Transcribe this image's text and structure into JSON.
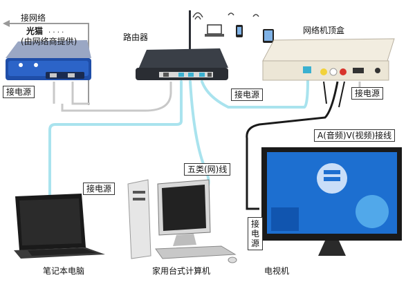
{
  "labels": {
    "internet": "接网络",
    "modem": "光猫",
    "modem_note": "(由网络商提供)",
    "modem_dots": ". . . .",
    "router": "路由器",
    "settop_box": "网络机顶盒",
    "power_modem": "接电源",
    "power_router": "接电源",
    "power_stb": "接电源",
    "power_desktop": "接电源",
    "power_tv": "接电源",
    "av_cable": "A(音频)V(视频)接线",
    "cat5_cable": "五类(网)线",
    "laptop": "笔记本电脑",
    "desktop": "家用台式计算机",
    "tv": "电视机"
  },
  "colors": {
    "network_cable": "#a9e3ee",
    "network_cable_edge": "#6cc6d6",
    "power_cable": "#c8c8c8",
    "av_cable": "#1a1a1a",
    "internet_line": "#999999",
    "modem_blue": "#1f4ea8",
    "router_dark": "#2a2d33",
    "stb_body": "#ece6d6",
    "tv_screen": "#1d6fd0"
  },
  "icons": [
    "wifi-icon",
    "laptop-icon",
    "phone-icon",
    "tablet-icon"
  ]
}
